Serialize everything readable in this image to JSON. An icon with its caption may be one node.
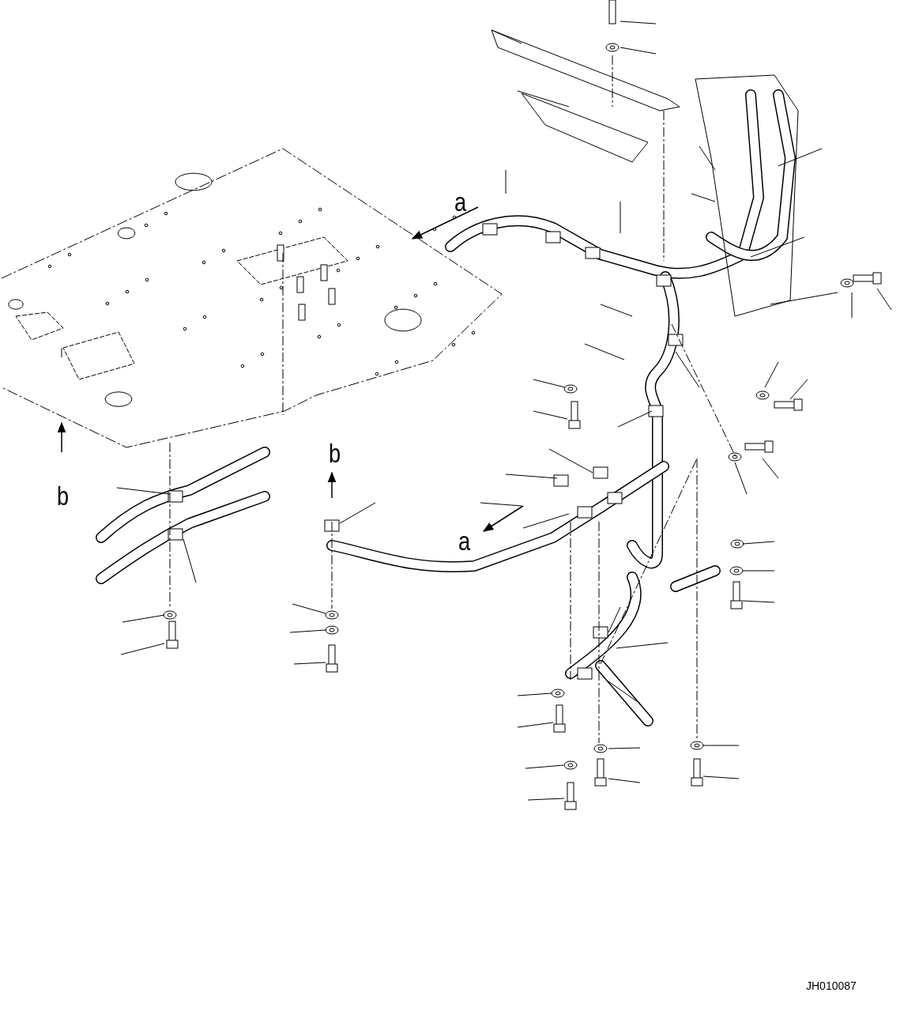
{
  "diagram": {
    "labels": [
      "a",
      "b",
      "b",
      "a",
      "JH010087"
    ]
  }
}
